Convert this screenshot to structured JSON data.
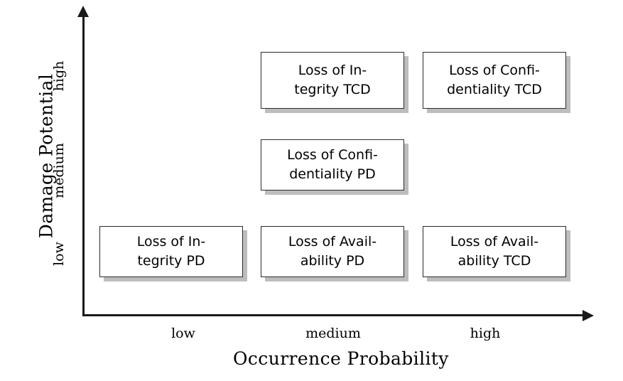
{
  "chart_data": {
    "type": "table",
    "title": "",
    "xlabel": "Occurrence Probability",
    "ylabel": "Damage Potential",
    "categories_x": [
      "low",
      "medium",
      "high"
    ],
    "categories_y": [
      "low",
      "medium",
      "high"
    ],
    "cells": [
      {
        "x": "medium",
        "y": "high",
        "line1": "Loss of In-",
        "line2": "tegrity TCD",
        "text": "Loss of Integrity TCD"
      },
      {
        "x": "high",
        "y": "high",
        "line1": "Loss of Confi-",
        "line2": "dentiality TCD",
        "text": "Loss of Confidentiality TCD"
      },
      {
        "x": "medium",
        "y": "medium",
        "line1": "Loss of Confi-",
        "line2": "dentiality PD",
        "text": "Loss of Confidentiality PD"
      },
      {
        "x": "low",
        "y": "low",
        "line1": "Loss of In-",
        "line2": "tegrity PD",
        "text": "Loss of Integrity PD"
      },
      {
        "x": "medium",
        "y": "low",
        "line1": "Loss of Avail-",
        "line2": "ability PD",
        "text": "Loss of Availability PD"
      },
      {
        "x": "high",
        "y": "low",
        "line1": "Loss of Avail-",
        "line2": "ability TCD",
        "text": "Loss of Availability TCD"
      }
    ],
    "empty_cells": [
      {
        "x": "low",
        "y": "medium"
      },
      {
        "x": "low",
        "y": "high"
      },
      {
        "x": "high",
        "y": "medium"
      }
    ],
    "grid": false,
    "legend": "none",
    "colors": {
      "background": "#ffffff",
      "axis": "#1a1a1a",
      "cell_border": "#2b2b2b",
      "cell_fill": "#ffffff",
      "cell_shadow": "#bdbdbd",
      "text": "#000000"
    }
  },
  "axes": {
    "y": {
      "title": "Damage Potential",
      "ticks": {
        "low": "low",
        "medium": "medium",
        "high": "high"
      }
    },
    "x": {
      "title": "Occurrence Probability",
      "ticks": {
        "low": "low",
        "medium": "medium",
        "high": "high"
      }
    }
  },
  "cells": {
    "integrity_tcd": {
      "line1": "Loss of In-",
      "line2": "tegrity TCD"
    },
    "confidentiality_tcd": {
      "line1": "Loss of Confi-",
      "line2": "dentiality TCD"
    },
    "confidentiality_pd": {
      "line1": "Loss of Confi-",
      "line2": "dentiality PD"
    },
    "integrity_pd": {
      "line1": "Loss of In-",
      "line2": "tegrity PD"
    },
    "availability_pd": {
      "line1": "Loss of Avail-",
      "line2": "ability PD"
    },
    "availability_tcd": {
      "line1": "Loss of Avail-",
      "line2": "ability TCD"
    }
  }
}
